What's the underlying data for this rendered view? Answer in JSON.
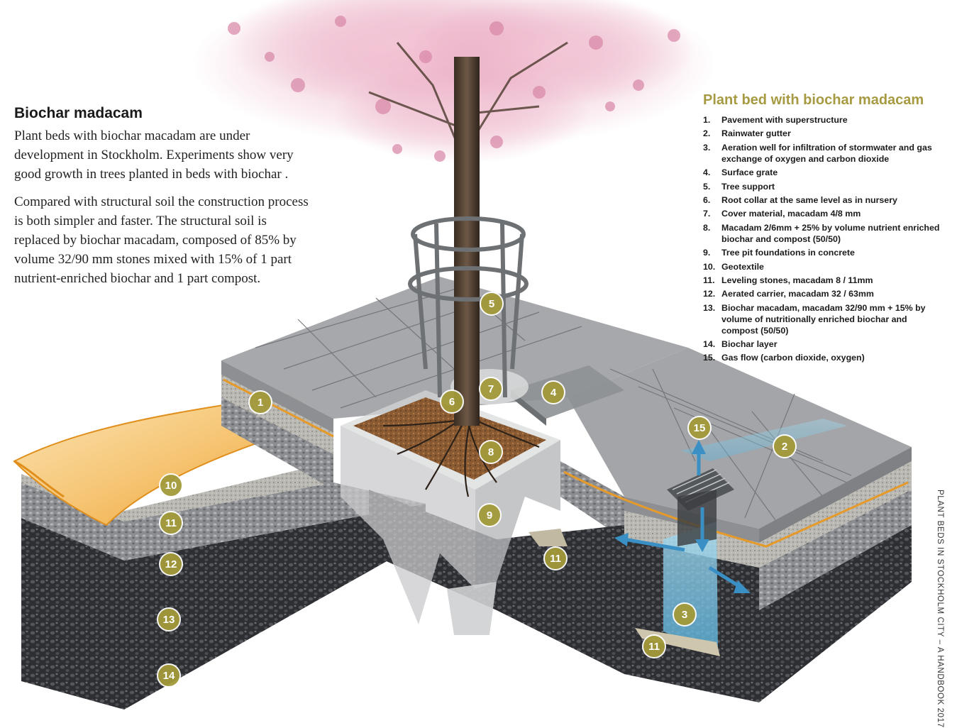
{
  "intro": {
    "heading": "Biochar madacam",
    "paragraph1": "Plant beds with biochar macadam are under development in Stockholm. Experiments show very good growth in trees planted in beds with biochar .",
    "paragraph2": "Compared with structural soil the construction process is both simpler and faster. The structural soil is replaced by biochar macadam, composed of 85% by volume 32/90 mm stones mixed with 15% of 1 part nutrient-enriched biochar and 1 part compost."
  },
  "legend": {
    "title": "Plant bed with biochar madacam",
    "items": [
      {
        "num": "1.",
        "text": "Pavement with superstructure"
      },
      {
        "num": "2.",
        "text": "Rainwater gutter"
      },
      {
        "num": "3.",
        "text": "Aeration well for infiltration of stormwater and gas exchange of oxygen and carbon dioxide"
      },
      {
        "num": "4.",
        "text": "Surface grate"
      },
      {
        "num": "5.",
        "text": "Tree support"
      },
      {
        "num": "6.",
        "text": "Root collar at the same level as in nursery"
      },
      {
        "num": "7.",
        "text": "Cover material, macadam 4/8 mm"
      },
      {
        "num": "8.",
        "text": "Macadam 2/6mm + 25% by volume nutrient enriched biochar and compost (50/50)"
      },
      {
        "num": "9.",
        "text": "Tree pit foundations in concrete"
      },
      {
        "num": "10.",
        "text": "Geotextile"
      },
      {
        "num": "11.",
        "text": "Leveling stones, macadam 8 / 11mm"
      },
      {
        "num": "12.",
        "text": "Aerated carrier, macadam 32 / 63mm"
      },
      {
        "num": "13.",
        "text": "Biochar macadam, macadam 32/90 mm + 15% by volume of nutritionally enriched biochar and compost (50/50)"
      },
      {
        "num": "14.",
        "text": "Biochar layer"
      },
      {
        "num": "15.",
        "text": "Gas flow (carbon dioxide, oxygen)"
      }
    ]
  },
  "badges": [
    {
      "id": "1",
      "label": "1"
    },
    {
      "id": "2",
      "label": "2"
    },
    {
      "id": "3",
      "label": "3"
    },
    {
      "id": "4",
      "label": "4"
    },
    {
      "id": "5",
      "label": "5"
    },
    {
      "id": "6",
      "label": "6"
    },
    {
      "id": "7",
      "label": "7"
    },
    {
      "id": "8",
      "label": "8"
    },
    {
      "id": "9",
      "label": "9"
    },
    {
      "id": "10",
      "label": "10"
    },
    {
      "id": "11a",
      "label": "11"
    },
    {
      "id": "11b",
      "label": "11"
    },
    {
      "id": "11c",
      "label": "11"
    },
    {
      "id": "12",
      "label": "12"
    },
    {
      "id": "13",
      "label": "13"
    },
    {
      "id": "14",
      "label": "14"
    },
    {
      "id": "15",
      "label": "15"
    }
  ],
  "footer": "PLANT BEDS IN STOCKHOLM CITY – A HANDBOOK 2017",
  "colors": {
    "accent": "#a69a42",
    "badge": "#a39a3a",
    "water": "#7cc6e6",
    "geotextile": "#f0a93a",
    "blossom": "#e8a6bf",
    "paving": "#9a9c9f",
    "macadam": "#2b2b2e"
  }
}
